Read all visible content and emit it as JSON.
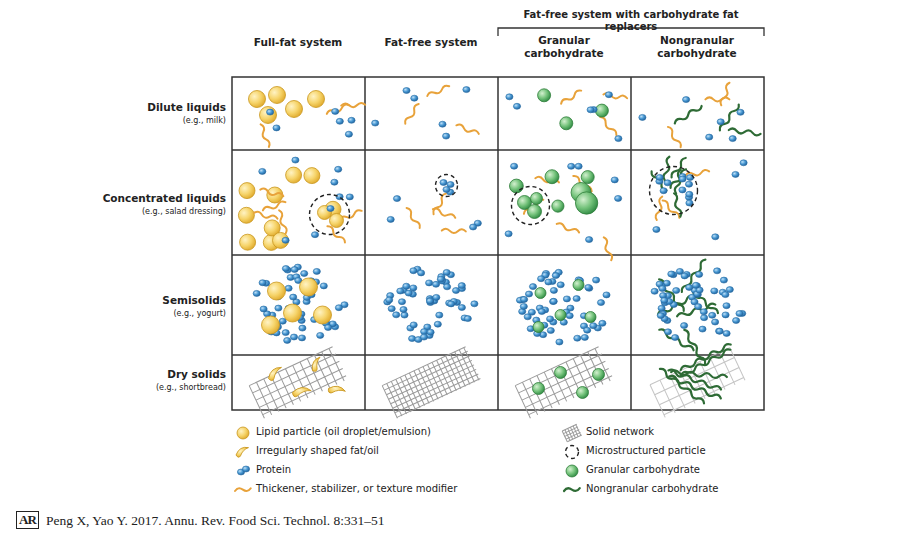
{
  "diagram": {
    "caption": "Peng X, Yao Y. 2017. Annu. Rev. Food Sci. Technol. 8:331–51",
    "labels": [
      "Full-fat system",
      "Fat-free system",
      "Fat-free system with carbohydrate fat replacers",
      "Granular carbohydrate",
      "Nongranular carbohydrate",
      "Dilute liquids",
      "(e.g., milk)",
      "Concentrated liquids",
      "(e.g., salad dressing)",
      "Semisolids",
      "(e.g., yogurt)",
      "Dry solids",
      "(e.g., shortbread)",
      "AR"
    ],
    "legend": [
      {
        "text": "Lipid particle (oil droplet/emulsion)"
      },
      {
        "text": "Solid network"
      },
      {
        "text": "Irregularly shaped fat/oil"
      },
      {
        "text": "Microstructured particle"
      },
      {
        "text": "Protein"
      },
      {
        "text": "Granular carbohydrate"
      },
      {
        "text": "Thickener, stabilizer, or texture modifier"
      },
      {
        "text": "Nongranular carbohydrate"
      }
    ]
  }
}
